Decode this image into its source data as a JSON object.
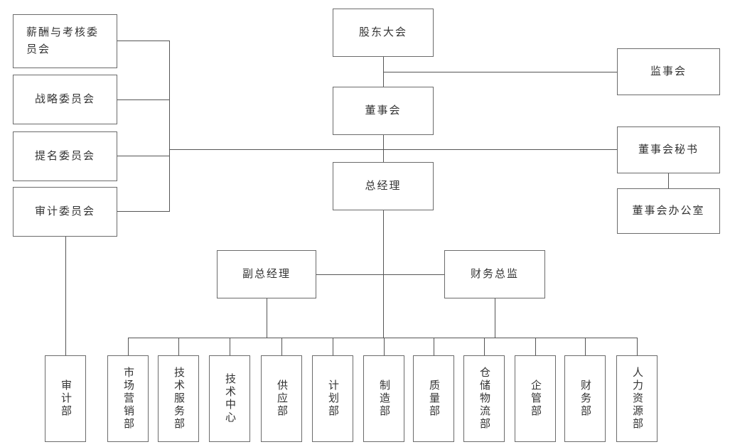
{
  "diagram": {
    "type": "org-chart",
    "nodes": {
      "shareholders": "股东大会",
      "board": "董事会",
      "general_manager": "总经理",
      "supervisory_board": "监事会",
      "board_secretary": "董事会秘书",
      "board_office": "董事会办公室",
      "deputy_general_manager": "副总经理",
      "finance_director": "财务总监",
      "audit_department": "审计部"
    },
    "committees": [
      "薪酬与考核委员会",
      "战略委员会",
      "提名委员会",
      "审计委员会"
    ],
    "departments": [
      "市场营销部",
      "技术服务部",
      "技术中心",
      "供应部",
      "计划部",
      "制造部",
      "质量部",
      "仓储物流部",
      "企管部",
      "财务部",
      "人力资源部"
    ],
    "edges": [
      [
        "股东大会",
        "董事会"
      ],
      [
        "股东大会",
        "监事会"
      ],
      [
        "董事会",
        "总经理"
      ],
      [
        "董事会",
        "薪酬与考核委员会"
      ],
      [
        "董事会",
        "战略委员会"
      ],
      [
        "董事会",
        "提名委员会"
      ],
      [
        "董事会",
        "审计委员会"
      ],
      [
        "董事会",
        "董事会秘书"
      ],
      [
        "董事会秘书",
        "董事会办公室"
      ],
      [
        "审计委员会",
        "审计部"
      ],
      [
        "总经理",
        "副总经理"
      ],
      [
        "总经理",
        "财务总监"
      ],
      [
        "总经理",
        "市场营销部"
      ],
      [
        "总经理",
        "技术服务部"
      ],
      [
        "总经理",
        "技术中心"
      ],
      [
        "总经理",
        "供应部"
      ],
      [
        "总经理",
        "计划部"
      ],
      [
        "总经理",
        "制造部"
      ],
      [
        "总经理",
        "质量部"
      ],
      [
        "总经理",
        "仓储物流部"
      ],
      [
        "总经理",
        "企管部"
      ],
      [
        "总经理",
        "财务部"
      ],
      [
        "总经理",
        "人力资源部"
      ]
    ],
    "colors": {
      "background": "#ffffff",
      "box_border": "#6b6b6b",
      "line": "#555555",
      "text": "#333333"
    }
  }
}
